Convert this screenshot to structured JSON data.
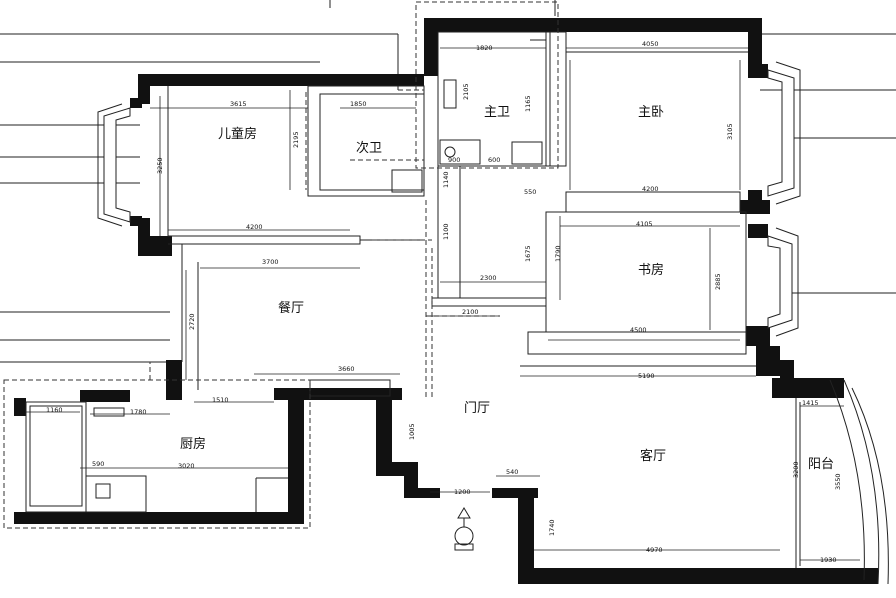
{
  "rooms": {
    "kids_room": "儿童房",
    "second_bath": "次卫",
    "master_bath": "主卫",
    "master_bedroom": "主卧",
    "study": "书房",
    "dining": "餐厅",
    "foyer": "门厅",
    "kitchen": "厨房",
    "living": "客厅",
    "balcony": "阳台"
  },
  "dims": {
    "d1820": "1820",
    "d4050": "4050",
    "d3615": "3615",
    "d1850": "1850",
    "d2195": "2195",
    "d3250": "3250",
    "d2105": "2105",
    "d1165": "1165",
    "d3105": "3105",
    "d4200a": "4200",
    "d4200b": "4200",
    "d4105": "4105",
    "d3700": "3700",
    "d2300": "2300",
    "d2100": "2100",
    "d1675": "1675",
    "d1790": "1790",
    "d2885": "2885",
    "d4500": "4500",
    "d2720": "2720",
    "d3660": "3660",
    "d5190": "5190",
    "d1510": "1510",
    "d1780": "1780",
    "d1160": "1160",
    "d3020": "3020",
    "d1415": "1415",
    "d3200": "3200",
    "d3550": "3550",
    "d4970": "4970",
    "d1930": "1930",
    "d1740": "1740",
    "d1200": "1200",
    "d1140": "1140",
    "d1100": "1100",
    "d1005": "1005",
    "d550": "550",
    "d900": "900",
    "d600": "600",
    "d540": "540",
    "d590": "590"
  }
}
